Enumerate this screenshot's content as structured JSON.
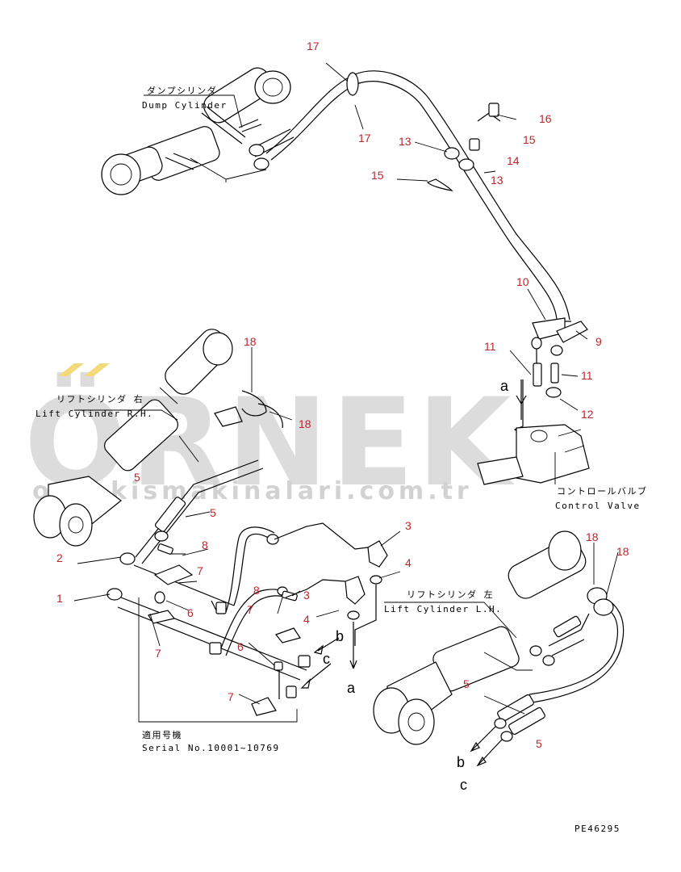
{
  "watermark": {
    "brand": "ÖRNEK",
    "url": "ornekismakinalari.com.tr",
    "colors": {
      "text": "#dcdcdc",
      "accent": "#f2d97a"
    }
  },
  "labels": {
    "dump_cylinder_jp": "ダンプシリンダ",
    "dump_cylinder_en": "Dump Cylinder",
    "lift_rh_jp": "リフトシリンダ 右",
    "lift_rh_en": "Lift Cylinder R.H.",
    "control_valve_jp": "コントロールバルブ",
    "control_valve_en": "Control Valve",
    "lift_lh_jp": "リフトシリンダ 左",
    "lift_lh_en": "Lift Cylinder L.H.",
    "serial_jp": "適用号機",
    "serial_en": "Serial No.10001~10769",
    "drawing_code": "PE46295"
  },
  "part_numbers": {
    "n17a": "17",
    "n17b": "17",
    "n16": "16",
    "n15a": "15",
    "n15b": "15",
    "n13a": "13",
    "n13b": "13",
    "n14": "14",
    "n10": "10",
    "n9": "9",
    "n11a": "11",
    "n11b": "11",
    "n12": "12",
    "n18a": "18",
    "n18b": "18",
    "n18c": "18",
    "n18d": "18",
    "n5a": "5",
    "n5b": "5",
    "n5c": "5",
    "n5d": "5",
    "n2": "2",
    "n1": "1",
    "n8a": "8",
    "n8b": "8",
    "n7a": "7",
    "n7b": "7",
    "n7c": "7",
    "n7d": "7",
    "n6a": "6",
    "n6b": "6",
    "n3a": "3",
    "n3b": "3",
    "n4a": "4",
    "n4b": "4"
  },
  "connection_letters": {
    "a_top": "a",
    "a_bottom": "a",
    "b_mid": "b",
    "c_mid": "c",
    "b_right": "b",
    "c_right": "c"
  }
}
